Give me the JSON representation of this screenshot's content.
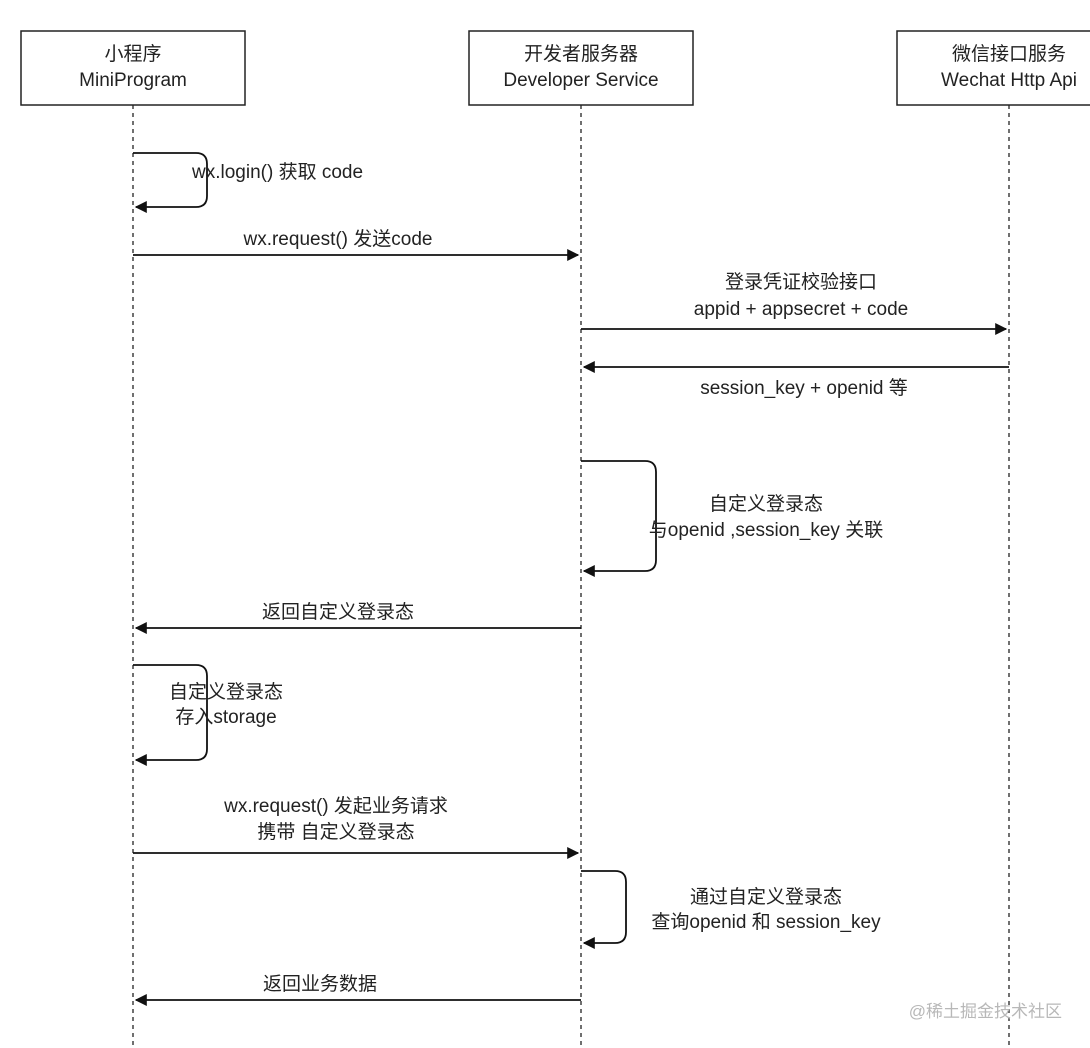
{
  "participants": [
    {
      "id": "mini",
      "name_cn": "小程序",
      "name_en": "MiniProgram"
    },
    {
      "id": "dev",
      "name_cn": "开发者服务器",
      "name_en": "Developer Service"
    },
    {
      "id": "wx",
      "name_cn": "微信接口服务",
      "name_en": "Wechat Http Api"
    }
  ],
  "messages": [
    {
      "id": "m1",
      "kind": "self",
      "lines": [
        "wx.login() 获取 code"
      ]
    },
    {
      "id": "m2",
      "kind": "arrow",
      "lines": [
        "wx.request() 发送code"
      ]
    },
    {
      "id": "m3",
      "kind": "arrow",
      "lines": [
        "登录凭证校验接口",
        "appid + appsecret + code"
      ]
    },
    {
      "id": "m4",
      "kind": "return",
      "lines": [
        "session_key + openid 等"
      ]
    },
    {
      "id": "m5",
      "kind": "self",
      "lines": [
        "自定义登录态",
        "与openid ,session_key 关联"
      ]
    },
    {
      "id": "m6",
      "kind": "return",
      "lines": [
        "返回自定义登录态"
      ]
    },
    {
      "id": "m7",
      "kind": "self",
      "lines": [
        "自定义登录态",
        "存入storage"
      ]
    },
    {
      "id": "m8",
      "kind": "arrow",
      "lines": [
        "wx.request() 发起业务请求",
        "携带 自定义登录态"
      ]
    },
    {
      "id": "m9",
      "kind": "self",
      "lines": [
        "通过自定义登录态",
        "查询openid 和 session_key"
      ]
    },
    {
      "id": "m10",
      "kind": "return",
      "lines": [
        "返回业务数据"
      ]
    }
  ],
  "watermark": "@稀土掘金技术社区",
  "colors": {
    "line": "#111111",
    "box_border": "#222222",
    "watermark": "#b8b8b8"
  }
}
